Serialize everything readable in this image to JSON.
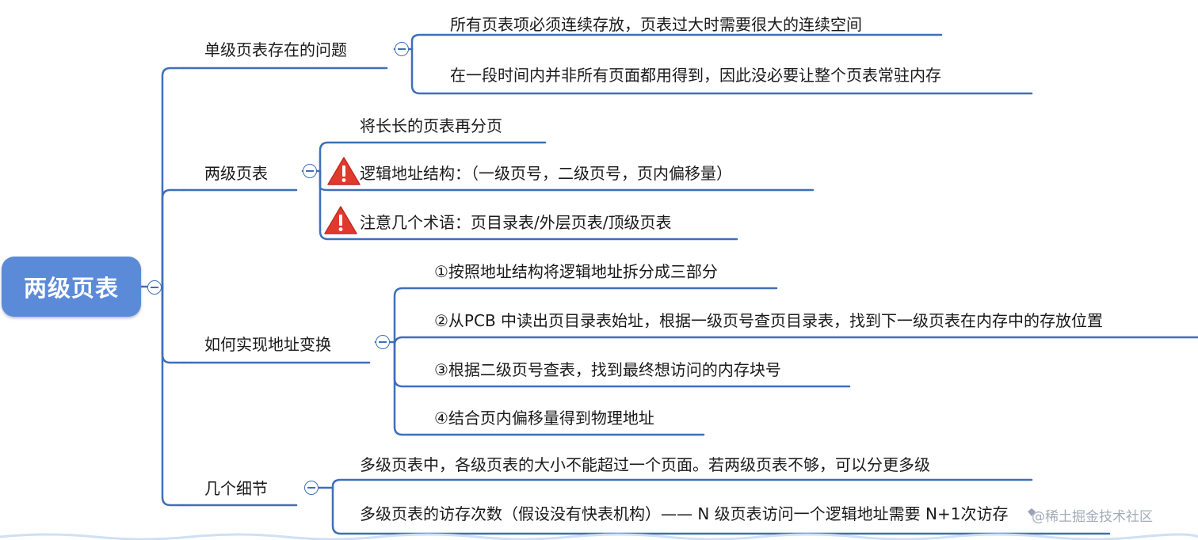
{
  "root": {
    "label": "两级页表"
  },
  "branches": [
    {
      "label": "单级页表存在的问题",
      "children": [
        "所有页表项必须连续存放，页表过大时需要很大的连续空间",
        "在一段时间内并非所有页面都用得到，因此没必要让整个页表常驻内存"
      ]
    },
    {
      "label": "两级页表",
      "children": [
        "将长长的页表再分页",
        "逻辑地址结构：（一级页号，二级页号，页内偏移量）",
        "注意几个术语：页目录表/外层页表/顶级页表"
      ]
    },
    {
      "label": "如何实现地址变换",
      "children": [
        "①按照地址结构将逻辑地址拆分成三部分",
        "②从PCB 中读出页目录表始址，根据一级页号查页目录表，找到下一级页表在内存中的存放位置",
        "③根据二级页号查表，找到最终想访问的内存块号",
        "④结合页内偏移量得到物理地址"
      ]
    },
    {
      "label": "几个细节",
      "children": [
        "多级页表中，各级页表的大小不能超过一个页面。若两级页表不够，可以分更多级",
        "多级页表的访存次数（假设没有快表机构）—— N 级页表访问一个逻辑地址需要 N+1次访存"
      ]
    }
  ],
  "watermark": "@稀土掘金技术社区",
  "colors": {
    "line": "#3f6fb8",
    "root_fill": "#5b8ad8",
    "warning": "#e03a2f"
  },
  "icons": {
    "collapse": "minus-circle-icon",
    "warning": "warning-triangle-icon"
  }
}
